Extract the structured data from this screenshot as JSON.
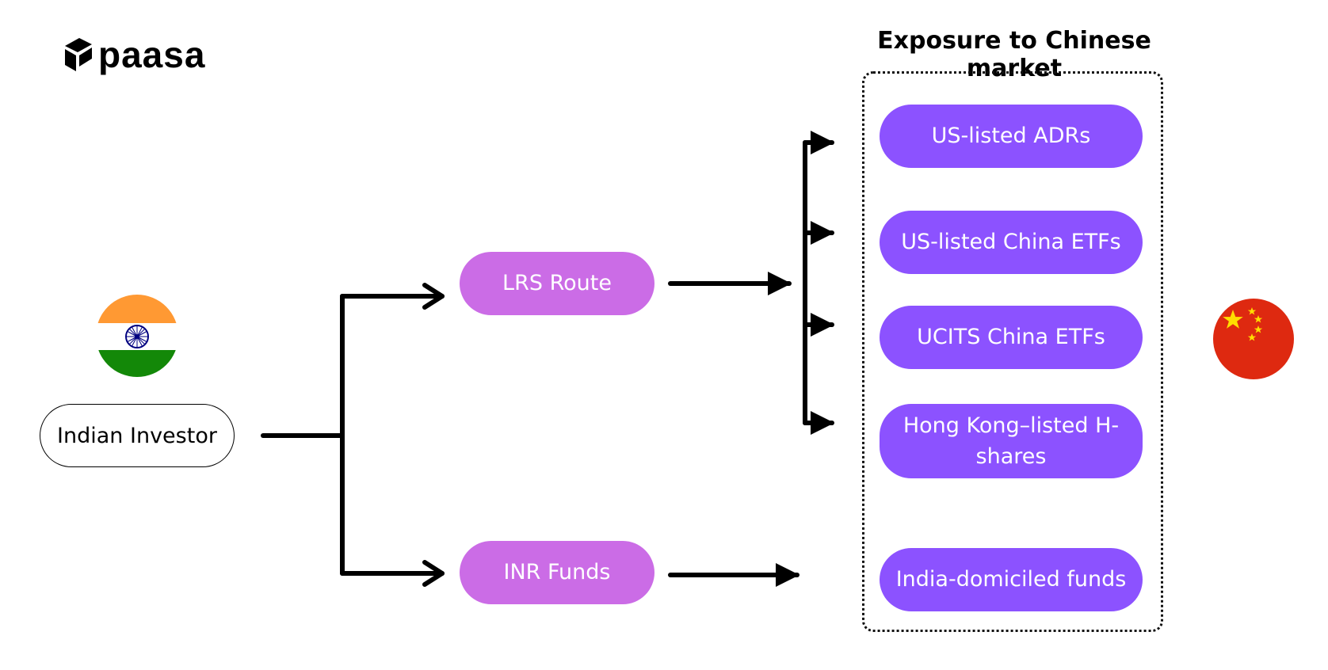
{
  "brand": {
    "name": "paasa",
    "icon": "paasa-box-logo-icon"
  },
  "section": {
    "title": "Exposure to Chinese market"
  },
  "investor": {
    "label": "Indian Investor",
    "flag_icon": "india-flag-icon"
  },
  "routes": [
    {
      "label": "LRS Route"
    },
    {
      "label": "INR Funds"
    }
  ],
  "exposures": [
    {
      "label": "US-listed ADRs"
    },
    {
      "label": "US-listed China ETFs"
    },
    {
      "label": "UCITS China ETFs"
    },
    {
      "label": "Hong Kong–listed H-shares"
    },
    {
      "label": "India-domiciled funds"
    }
  ],
  "china_flag_icon": "china-flag-icon",
  "colors": {
    "exposure_pill": "#8c52ff",
    "route_pill": "#cb6ce6",
    "india_saffron": "#ff9933",
    "india_green": "#138808",
    "china_red": "#de2910",
    "china_star": "#ffde00"
  }
}
